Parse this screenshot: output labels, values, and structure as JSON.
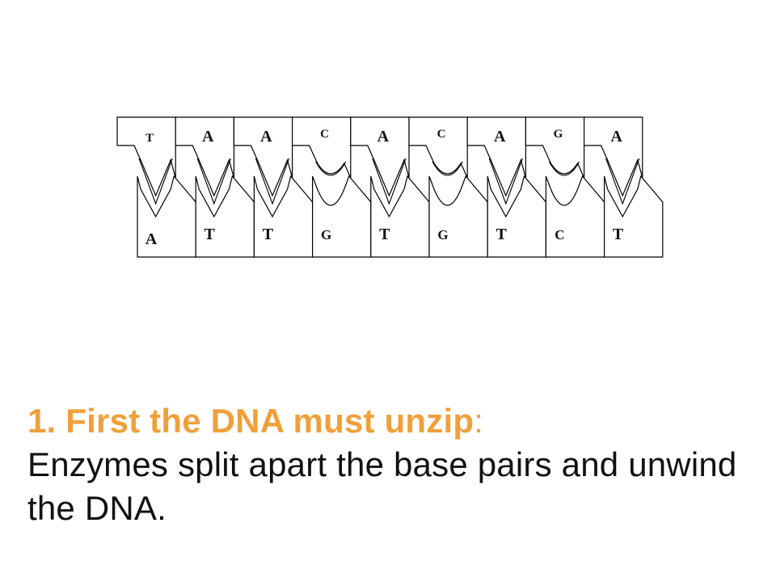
{
  "diagram": {
    "top_strand": [
      "T",
      "A",
      "A",
      "C",
      "A",
      "C",
      "A",
      "G",
      "A"
    ],
    "bottom_strand": [
      "A",
      "T",
      "T",
      "G",
      "T",
      "G",
      "T",
      "C",
      "T"
    ]
  },
  "caption": {
    "step": "1. First the DNA must unzip",
    "colon": ":",
    "body": "Enzymes split apart the base pairs and unwind the DNA."
  },
  "colors": {
    "accent": "#f0a03a",
    "text": "#111111",
    "line": "#000000",
    "background": "#ffffff"
  }
}
